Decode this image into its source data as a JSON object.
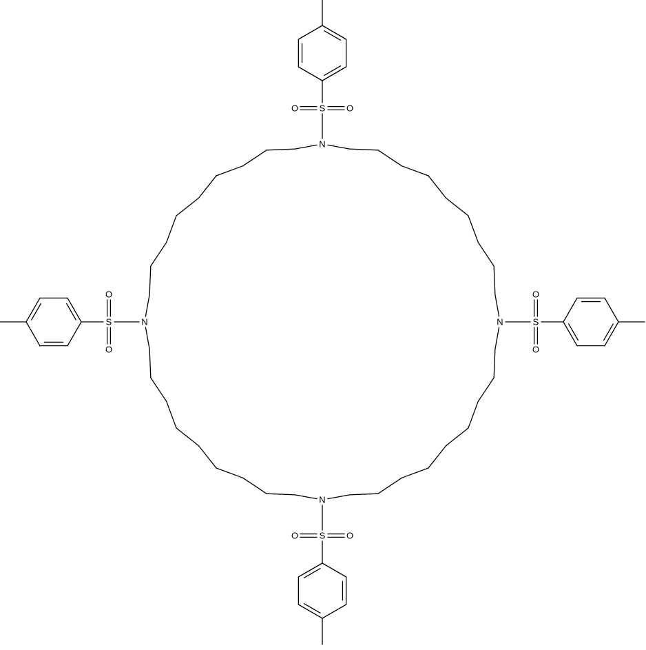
{
  "figure": {
    "kind": "chemical-structure",
    "line_color": "#000000",
    "background": "#ffffff"
  },
  "atom_labels": {
    "nitrogen": "N",
    "sulfur": "S",
    "oxygen": "O"
  },
  "ring": {
    "carbon_atoms_between_nitrogens": 9,
    "nitrogen_count": 4
  },
  "substituents": [
    {
      "position": "top",
      "group": "tosyl"
    },
    {
      "position": "right",
      "group": "tosyl"
    },
    {
      "position": "bottom",
      "group": "tosyl"
    },
    {
      "position": "left",
      "group": "tosyl"
    }
  ]
}
